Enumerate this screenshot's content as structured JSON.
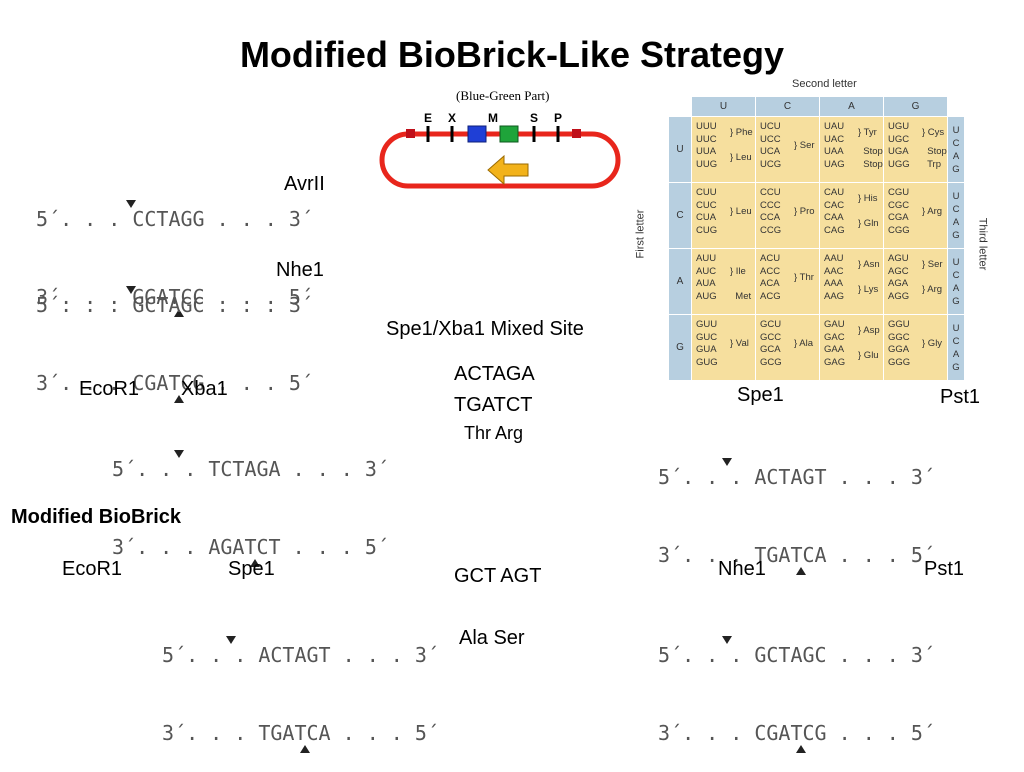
{
  "title": "Modified BioBrick-Like Strategy",
  "plasmid": {
    "part_label": "(Blue-Green Part)",
    "sites": [
      "E",
      "X",
      "M",
      "S",
      "P"
    ],
    "colors": {
      "backbone": "#e8261c",
      "part_blue": "#1f3fd6",
      "part_green": "#1fa43a",
      "arrow": "#f2b21a",
      "site_mark": "#000000"
    }
  },
  "labels": {
    "avrii": "AvrII",
    "nhe1_top": "Nhe1",
    "mixed_site": "Spe1/Xba1 Mixed Site",
    "mixed_seq_top": "ACTAGA",
    "mixed_seq_bot": "TGATCT",
    "mixed_aa": "Thr Arg",
    "ecor1_a": "EcoR1",
    "xba1": "Xba1",
    "spe1_a": "Spe1",
    "pst1_a": "Pst1",
    "modified_biobrick": "Modified BioBrick",
    "ecor1_b": "EcoR1",
    "spe1_b": "Spe1",
    "gct_agt": "GCT AGT",
    "ala_ser": "Ala  Ser",
    "nhe1_b": "Nhe1",
    "pst1_b": "Pst1"
  },
  "sequences": {
    "avrii": {
      "top": "5´. . . CCTAGG . . . 3´",
      "bot": "3´. . . GGATCC . . . 5´"
    },
    "nhe1_top": {
      "top": "5´. . . GCTAGC . . . 3´",
      "bot": "3´. . . CGATCG . . . 5´"
    },
    "xba1": {
      "top": "5´. . . TCTAGA . . . 3´",
      "bot": "3´. . . AGATCT . . . 5´"
    },
    "spe1_a": {
      "top": "5´. . . ACTAGT . . . 3´",
      "bot": "3´. . . TGATCA . . . 5´"
    },
    "spe1_b": {
      "top": "5´. . . ACTAGT . . . 3´",
      "bot": "3´. . . TGATCA . . . 5´"
    },
    "nhe1_b": {
      "top": "5´. . . GCTAGC . . . 3´",
      "bot": "3´. . . CGATCG . . . 5´"
    }
  },
  "codon_table": {
    "second_letter_label": "Second letter",
    "first_letter_label": "First letter",
    "third_letter_label": "Third letter",
    "bases": [
      "U",
      "C",
      "A",
      "G"
    ],
    "rows": [
      {
        "first": "U",
        "cells": [
          {
            "codons": [
              "UUU",
              "UUC",
              "UUA",
              "UUG"
            ],
            "aa": [
              {
                "name": "Phe",
                "span": [
                  0,
                  1
                ]
              },
              {
                "name": "Leu",
                "span": [
                  2,
                  3
                ]
              }
            ]
          },
          {
            "codons": [
              "UCU",
              "UCC",
              "UCA",
              "UCG"
            ],
            "aa": [
              {
                "name": "Ser",
                "span": [
                  0,
                  3
                ]
              }
            ]
          },
          {
            "codons": [
              "UAU",
              "UAC",
              "UAA",
              "UAG"
            ],
            "aa": [
              {
                "name": "Tyr",
                "span": [
                  0,
                  1
                ]
              },
              {
                "name": "Stop",
                "span": [
                  2,
                  2
                ]
              },
              {
                "name": "Stop",
                "span": [
                  3,
                  3
                ]
              }
            ]
          },
          {
            "codons": [
              "UGU",
              "UGC",
              "UGA",
              "UGG"
            ],
            "aa": [
              {
                "name": "Cys",
                "span": [
                  0,
                  1
                ]
              },
              {
                "name": "Stop",
                "span": [
                  2,
                  2
                ]
              },
              {
                "name": "Trp",
                "span": [
                  3,
                  3
                ]
              }
            ]
          }
        ]
      },
      {
        "first": "C",
        "cells": [
          {
            "codons": [
              "CUU",
              "CUC",
              "CUA",
              "CUG"
            ],
            "aa": [
              {
                "name": "Leu",
                "span": [
                  0,
                  3
                ]
              }
            ]
          },
          {
            "codons": [
              "CCU",
              "CCC",
              "CCA",
              "CCG"
            ],
            "aa": [
              {
                "name": "Pro",
                "span": [
                  0,
                  3
                ]
              }
            ]
          },
          {
            "codons": [
              "CAU",
              "CAC",
              "CAA",
              "CAG"
            ],
            "aa": [
              {
                "name": "His",
                "span": [
                  0,
                  1
                ]
              },
              {
                "name": "Gln",
                "span": [
                  2,
                  3
                ]
              }
            ]
          },
          {
            "codons": [
              "CGU",
              "CGC",
              "CGA",
              "CGG"
            ],
            "aa": [
              {
                "name": "Arg",
                "span": [
                  0,
                  3
                ]
              }
            ]
          }
        ]
      },
      {
        "first": "A",
        "cells": [
          {
            "codons": [
              "AUU",
              "AUC",
              "AUA",
              "AUG"
            ],
            "aa": [
              {
                "name": "Ile",
                "span": [
                  0,
                  2
                ]
              },
              {
                "name": "Met",
                "span": [
                  3,
                  3
                ]
              }
            ]
          },
          {
            "codons": [
              "ACU",
              "ACC",
              "ACA",
              "ACG"
            ],
            "aa": [
              {
                "name": "Thr",
                "span": [
                  0,
                  3
                ]
              }
            ]
          },
          {
            "codons": [
              "AAU",
              "AAC",
              "AAA",
              "AAG"
            ],
            "aa": [
              {
                "name": "Asn",
                "span": [
                  0,
                  1
                ]
              },
              {
                "name": "Lys",
                "span": [
                  2,
                  3
                ]
              }
            ]
          },
          {
            "codons": [
              "AGU",
              "AGC",
              "AGA",
              "AGG"
            ],
            "aa": [
              {
                "name": "Ser",
                "span": [
                  0,
                  1
                ]
              },
              {
                "name": "Arg",
                "span": [
                  2,
                  3
                ]
              }
            ]
          }
        ]
      },
      {
        "first": "G",
        "cells": [
          {
            "codons": [
              "GUU",
              "GUC",
              "GUA",
              "GUG"
            ],
            "aa": [
              {
                "name": "Val",
                "span": [
                  0,
                  3
                ]
              }
            ]
          },
          {
            "codons": [
              "GCU",
              "GCC",
              "GCA",
              "GCG"
            ],
            "aa": [
              {
                "name": "Ala",
                "span": [
                  0,
                  3
                ]
              }
            ]
          },
          {
            "codons": [
              "GAU",
              "GAC",
              "GAA",
              "GAG"
            ],
            "aa": [
              {
                "name": "Asp",
                "span": [
                  0,
                  1
                ]
              },
              {
                "name": "Glu",
                "span": [
                  2,
                  3
                ]
              }
            ]
          },
          {
            "codons": [
              "GGU",
              "GGC",
              "GGA",
              "GGG"
            ],
            "aa": [
              {
                "name": "Gly",
                "span": [
                  0,
                  3
                ]
              }
            ]
          }
        ]
      }
    ],
    "colors": {
      "header": "#b7cfe0",
      "cell": "#f6df9e"
    }
  }
}
